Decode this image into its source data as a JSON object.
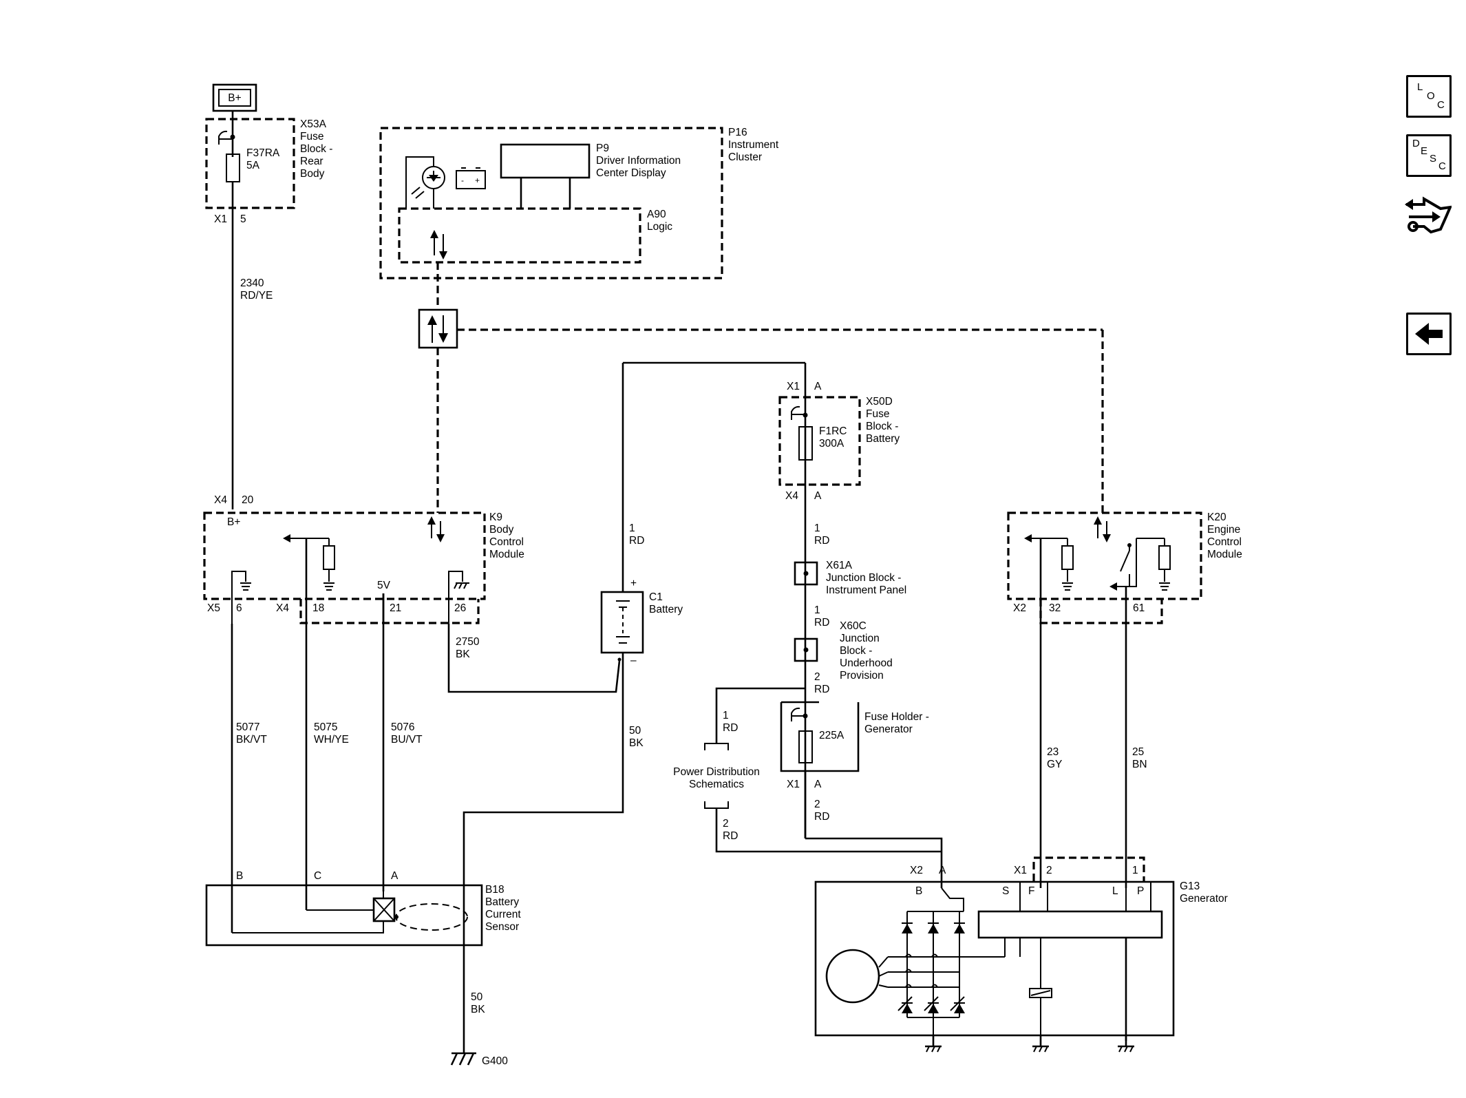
{
  "power": {
    "bplus_box": "B+"
  },
  "x53a": {
    "id": "X53A",
    "l1": "Fuse",
    "l2": "Block -",
    "l3": "Rear",
    "l4": "Body",
    "fuse": "F37RA",
    "rating": "5A",
    "conn": "X1",
    "pin": "5"
  },
  "w2340": {
    "num": "2340",
    "color": "RD/YE"
  },
  "p16": {
    "id": "P16",
    "l1": "Instrument",
    "l2": "Cluster"
  },
  "p9": {
    "id": "P9",
    "l1": "Driver Information",
    "l2": "Center Display"
  },
  "a90": {
    "id": "A90",
    "l1": "Logic"
  },
  "k9": {
    "id": "K9",
    "l1": "Body",
    "l2": "Control",
    "l3": "Module",
    "bplus": "B+",
    "conn_top": "X4",
    "pin_top": "20",
    "conn_x5": "X5",
    "pin_6": "6",
    "conn_x4": "X4",
    "pin_18": "18",
    "v5": "5V",
    "pin_21": "21",
    "pin_26": "26"
  },
  "w2750": {
    "num": "2750",
    "color": "BK"
  },
  "w5077": {
    "num": "5077",
    "color": "BK/VT"
  },
  "w5075": {
    "num": "5075",
    "color": "WH/YE"
  },
  "w5076": {
    "num": "5076",
    "color": "BU/VT"
  },
  "b18": {
    "id": "B18",
    "l1": "Battery",
    "l2": "Current",
    "l3": "Sensor",
    "pin_b": "B",
    "pin_c": "C",
    "pin_a": "A"
  },
  "c1": {
    "id": "C1",
    "l1": "Battery",
    "plus": "+",
    "minus": "–"
  },
  "w1rd_batt": {
    "num": "1",
    "color": "RD"
  },
  "w50bk_top": {
    "num": "50",
    "color": "BK"
  },
  "w50bk_bot": {
    "num": "50",
    "color": "BK"
  },
  "g400": {
    "label": "G400"
  },
  "x50d": {
    "id": "X50D",
    "l1": "Fuse",
    "l2": "Block -",
    "l3": "Battery",
    "fuse": "F1RC",
    "rating": "300A",
    "conn_top": "X1",
    "pin_top": "A",
    "conn_bot": "X4",
    "pin_bot": "A"
  },
  "w1rd_a": {
    "num": "1",
    "color": "RD"
  },
  "x61a": {
    "id": "X61A",
    "l1": "Junction Block -",
    "l2": "Instrument Panel"
  },
  "w1rd_b": {
    "num": "1",
    "color": "RD"
  },
  "x60c": {
    "id": "X60C",
    "l1": "Junction",
    "l2": "Block -",
    "l3": "Underhood",
    "l4": "Provision"
  },
  "w2rd_a": {
    "num": "2",
    "color": "RD"
  },
  "w1rd_c": {
    "num": "1",
    "color": "RD"
  },
  "pds": {
    "l1": "Power Distribution",
    "l2": "Schematics"
  },
  "w2rd_b": {
    "num": "2",
    "color": "RD"
  },
  "gen_fuse": {
    "l1": "Fuse Holder -",
    "l2": "Generator",
    "rating": "225A",
    "conn": "X1",
    "pin": "A"
  },
  "w2rd_c": {
    "num": "2",
    "color": "RD"
  },
  "k20": {
    "id": "K20",
    "l1": "Engine",
    "l2": "Control",
    "l3": "Module",
    "conn": "X2",
    "pin_32": "32",
    "pin_61": "61"
  },
  "w23gy": {
    "num": "23",
    "color": "GY"
  },
  "w25bn": {
    "num": "25",
    "color": "BN"
  },
  "g13": {
    "id": "G13",
    "l1": "Generator",
    "conn_x2": "X2",
    "pin_a": "A",
    "conn_x1": "X1",
    "pin_2": "2",
    "pin_1": "1",
    "pin_b": "B",
    "pin_s": "S",
    "pin_f": "F",
    "pin_l": "L",
    "pin_p": "P"
  },
  "sidebar": {
    "loc_l": "L",
    "loc_o": "O",
    "loc_c": "C",
    "desc_d": "D",
    "desc_e": "E",
    "desc_s": "S",
    "desc_c": "C"
  },
  "icons": [
    "loc-button-icon",
    "desc-button-icon",
    "connector-repair-icon",
    "back-arrow-icon"
  ]
}
